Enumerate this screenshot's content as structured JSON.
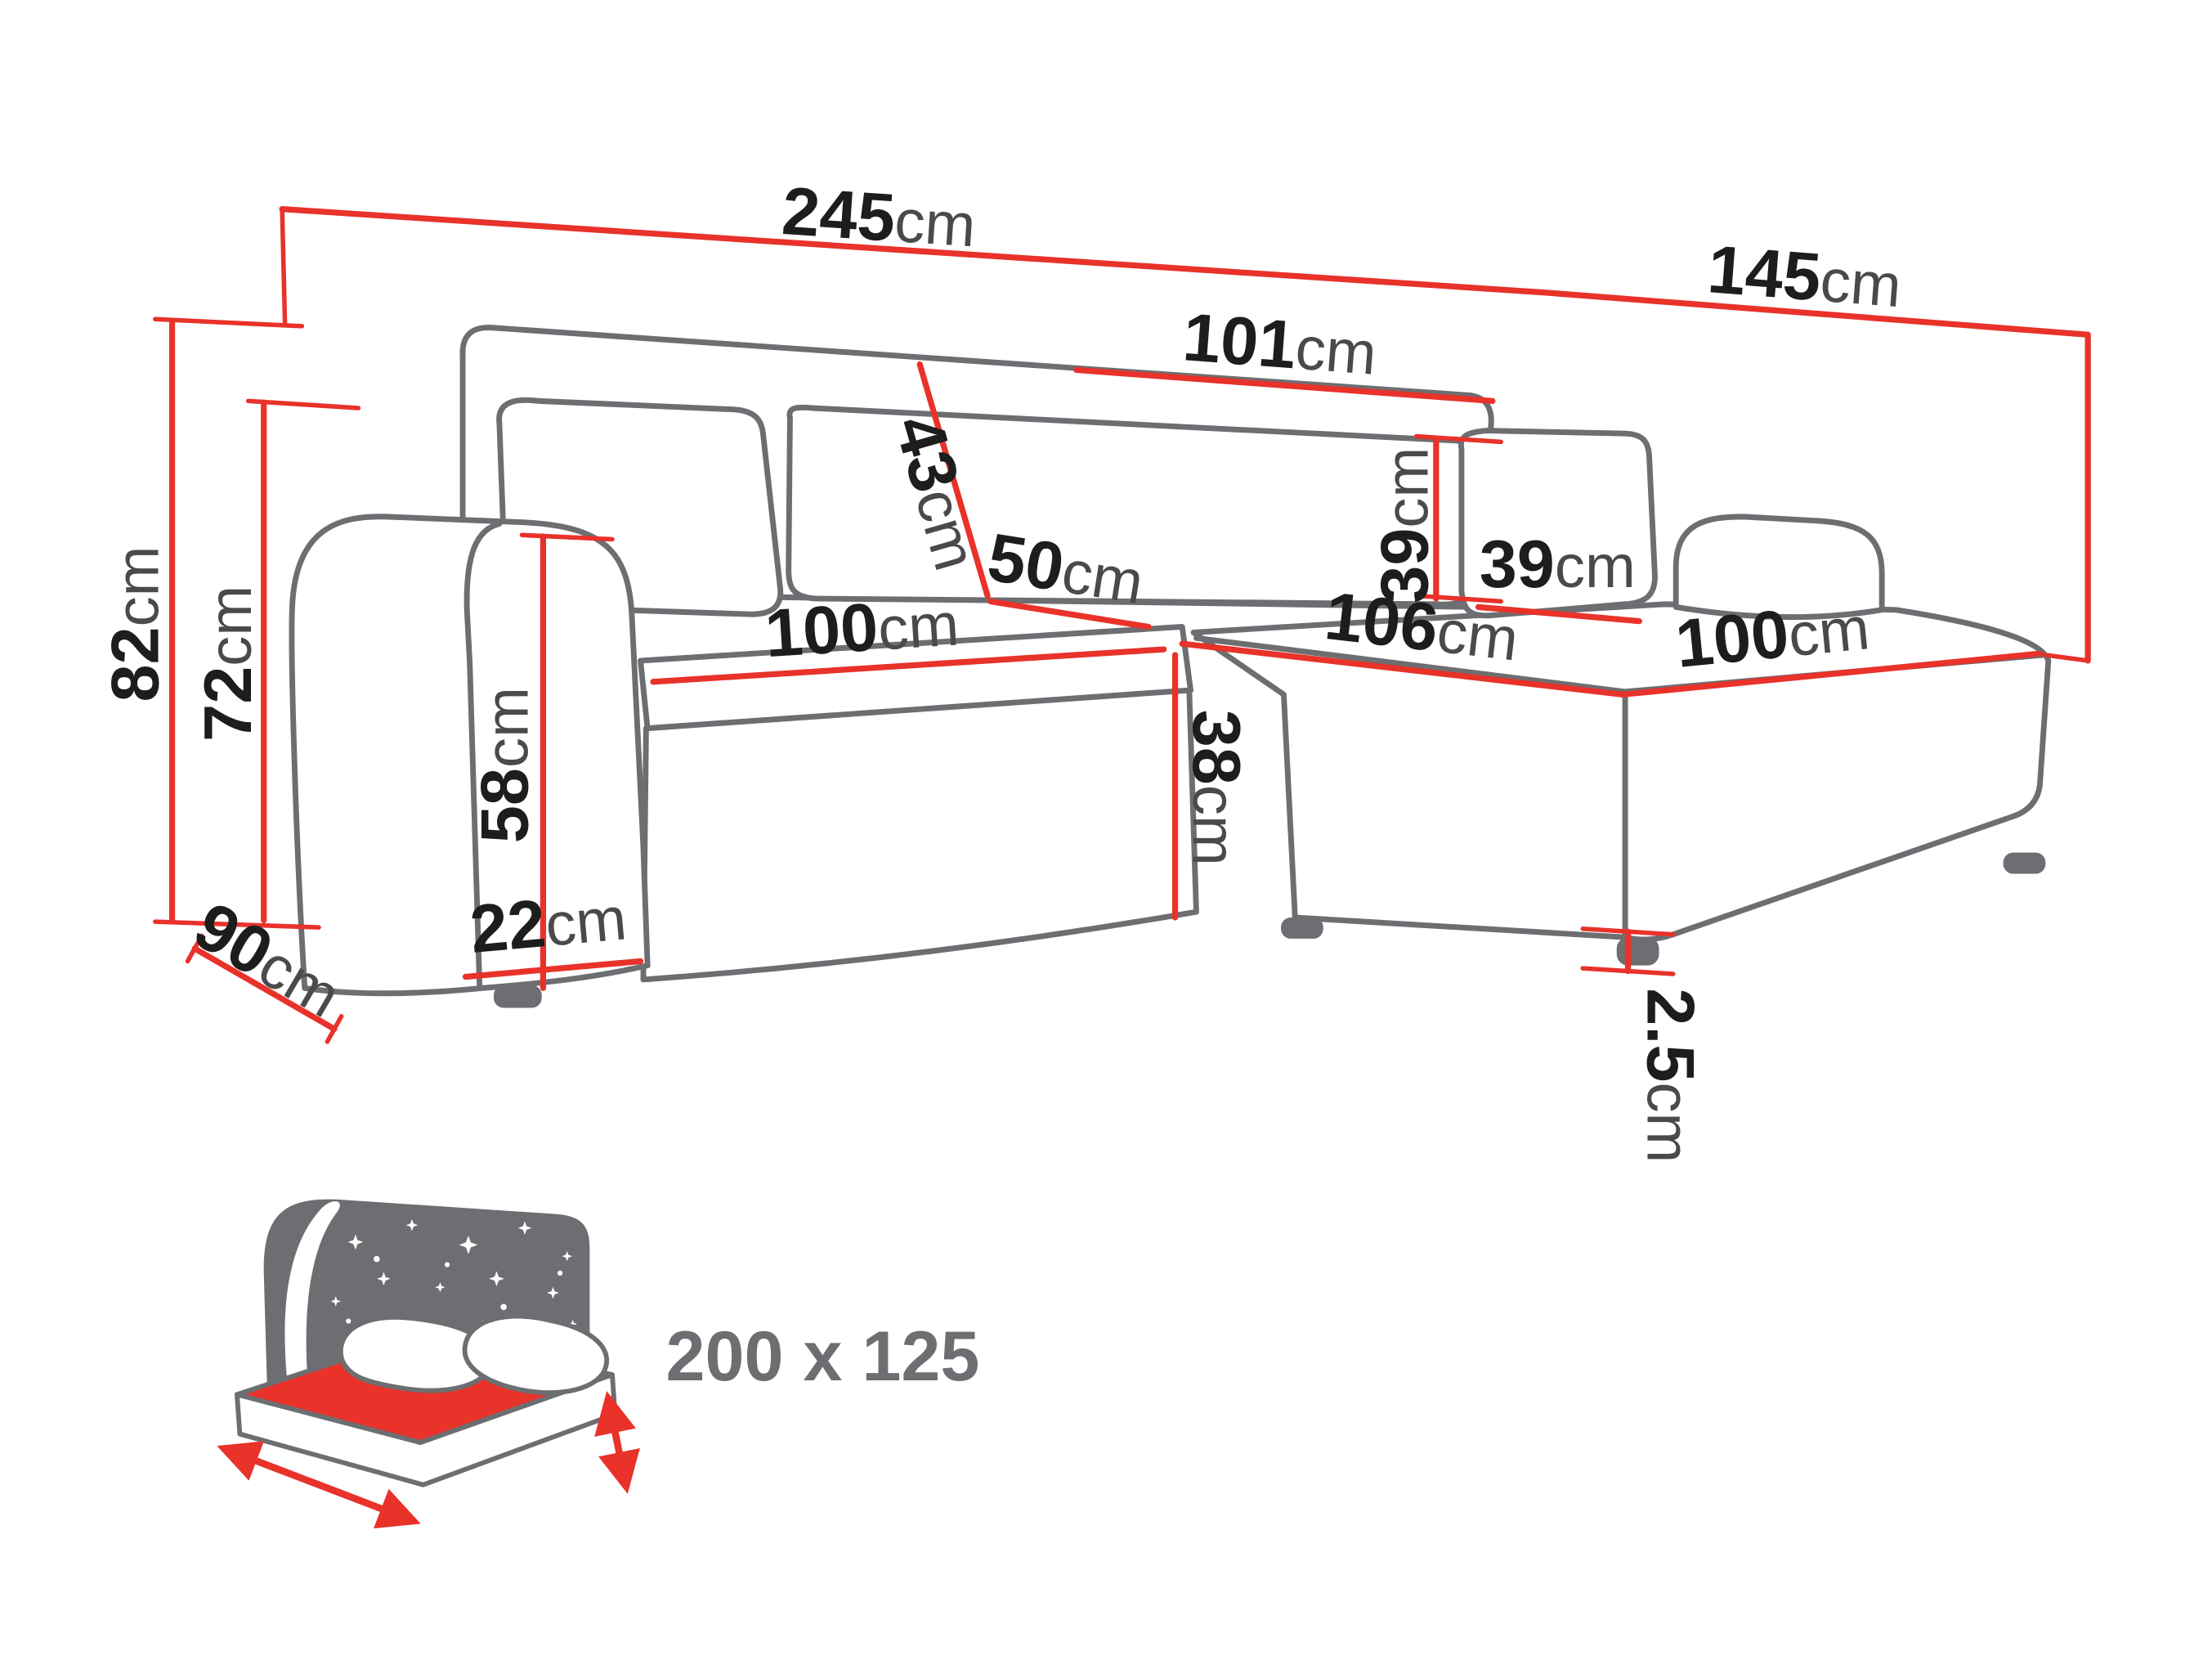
{
  "colors": {
    "dimension_line": "#e8322a",
    "sofa_outline": "#6d6e71",
    "label_text": "#1d1d1b",
    "unit_text": "#4a4a4a",
    "icon_gray": "#6d6e71",
    "mattress_red": "#e8322a"
  },
  "dimensions": {
    "overall_width": {
      "value": "245",
      "unit": "cm"
    },
    "overall_depth": {
      "value": "145",
      "unit": "cm"
    },
    "total_height": {
      "value": "82",
      "unit": "cm"
    },
    "backrest_height": {
      "value": "72",
      "unit": "cm"
    },
    "side_depth": {
      "value": "90",
      "unit": "cm"
    },
    "back_width": {
      "value": "101",
      "unit": "cm"
    },
    "back_cushion_height": {
      "value": "43",
      "unit": "cm"
    },
    "seat_depth": {
      "value": "50",
      "unit": "cm"
    },
    "left_seat_width": {
      "value": "100",
      "unit": "cm"
    },
    "chaise_length": {
      "value": "106",
      "unit": "cm"
    },
    "chaise_width": {
      "value": "100",
      "unit": "cm"
    },
    "pillow_height": {
      "value": "39",
      "unit": "cm"
    },
    "pillow_width": {
      "value": "39",
      "unit": "cm"
    },
    "armrest_height": {
      "value": "58",
      "unit": "cm"
    },
    "armrest_width": {
      "value": "22",
      "unit": "cm"
    },
    "seat_height": {
      "value": "38",
      "unit": "cm"
    },
    "leg_height": {
      "value": "2.5",
      "unit": "cm"
    }
  },
  "sleeping_area": {
    "label": "200 x 125"
  }
}
